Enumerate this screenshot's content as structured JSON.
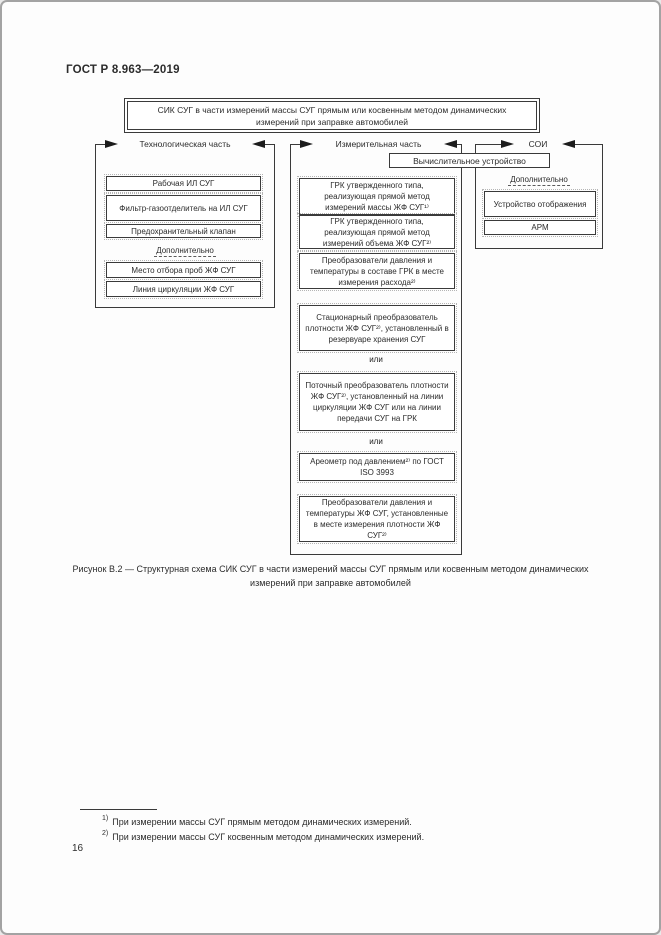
{
  "page": {
    "doc_number": "ГОСТ Р 8.963—2019",
    "page_number": "16"
  },
  "diagram": {
    "top_box": "СИК СУГ в части измерений массы СУГ прямым или косвенным методом динамических измерений при заправке автомобилей",
    "computing_device": "Вычислительное устройство",
    "or_label": "или",
    "sections": {
      "tech": {
        "label": "Технологическая часть",
        "boxes": [
          "Рабочая ИЛ СУГ",
          "Фильтр-газоотделитель на ИЛ СУГ",
          "Предохранительный клапан"
        ],
        "additional_label": "Дополнительно",
        "additional_boxes": [
          "Место отбора проб ЖФ СУГ",
          "Линия циркуляции ЖФ СУГ"
        ]
      },
      "meas": {
        "label": "Измерительная часть",
        "boxes": [
          "ГРК утвержденного типа, реализующая прямой метод измерений массы ЖФ СУГ¹⁾",
          "ГРК утвержденного типа, реализующая прямой метод измерений объема ЖФ СУГ²⁾",
          "Преобразователи давления и температуры в составе ГРК в месте измерения расхода²⁾",
          "Стационарный преобразователь плотности ЖФ СУГ²⁾, установленный в резервуаре хранения СУГ",
          "Поточный преобразователь плотности ЖФ СУГ²⁾, установленный на линии циркуляции ЖФ СУГ или на линии передачи СУГ на ГРК",
          "Ареометр под давлением²⁾ по ГОСТ ISO 3993",
          "Преобразователи давления и температуры ЖФ СУГ, установленные в месте измерения плотности ЖФ СУГ²⁾"
        ]
      },
      "soi": {
        "label": "СОИ",
        "additional_label": "Дополнительно",
        "additional_boxes": [
          "Устройство отображения",
          "АРМ"
        ]
      }
    }
  },
  "caption": "Рисунок В.2 — Структурная схема СИК СУГ в части измерений массы СУГ прямым или косвенным методом динамических измерений при заправке автомобилей",
  "footnotes": [
    {
      "marker": "1)",
      "text": "При измерении массы СУГ прямым методом динамических измерений."
    },
    {
      "marker": "2)",
      "text": "При измерении массы СУГ косвенным методом динамических измерений."
    }
  ]
}
